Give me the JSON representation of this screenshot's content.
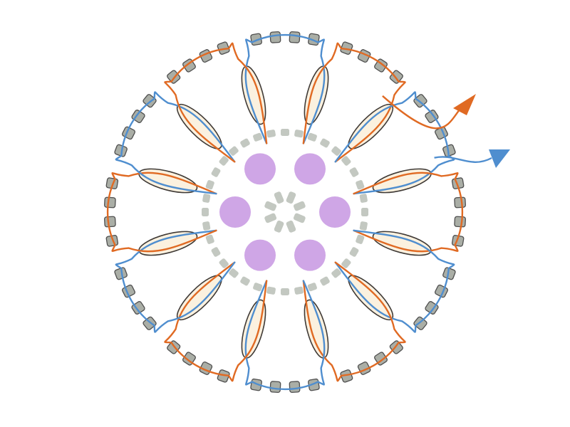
{
  "diagram": {
    "petal_count": 12,
    "beads_per_petal_cap": 4,
    "large_center_beads": 6,
    "small_center_beads": 8,
    "inner_ring_seed_beads": 36,
    "colors": {
      "background": "#ffffff",
      "seed_bead_fill": "#aaaea6",
      "seed_bead_stroke": "#4f4f4f",
      "long_bead_fill": "#fbf1df",
      "long_bead_stroke": "#3f3a36",
      "inner_seed_fill": "#c3c8c1",
      "center_bead_fill": "#cfa6e6",
      "thread_blue": "#4f8ecf",
      "thread_orange": "#e06a23"
    },
    "arrows": [
      {
        "name": "orange-thread-exit-arrow",
        "color": "#e06a23"
      },
      {
        "name": "blue-thread-exit-arrow",
        "color": "#4f8ecf"
      }
    ]
  }
}
